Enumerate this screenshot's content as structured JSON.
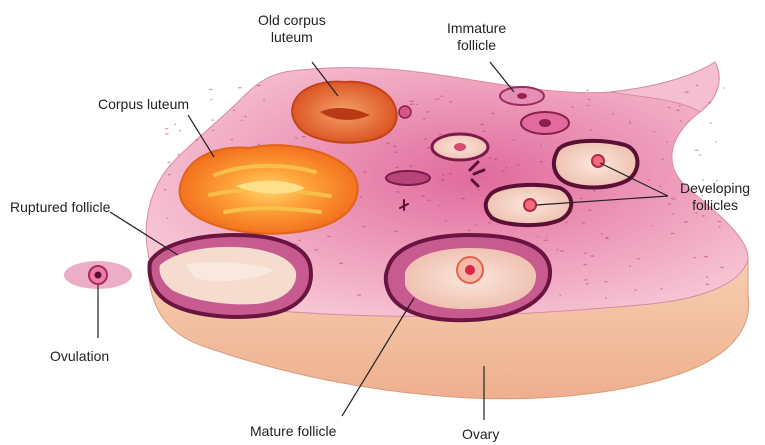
{
  "labels": {
    "old_corpus_luteum": "Old corpus\nluteum",
    "immature_follicle": "Immature\nfollicle",
    "corpus_luteum": "Corpus luteum",
    "ruptured_follicle": "Ruptured follicle",
    "developing_follicles": "Developing\nfollicles",
    "ovulation": "Ovulation",
    "mature_follicle": "Mature follicle",
    "ovary": "Ovary"
  },
  "colors": {
    "ovary_surface": "#f2b4c6",
    "ovary_center": "#e27aa4",
    "ovary_base": "#f4c3a4",
    "corpus_luteum": "#f57f2a",
    "old_corpus_luteum": "#ea6a2c",
    "follicle_rim": "#7a1a4a",
    "follicle_inner": "#f5d6c7"
  }
}
